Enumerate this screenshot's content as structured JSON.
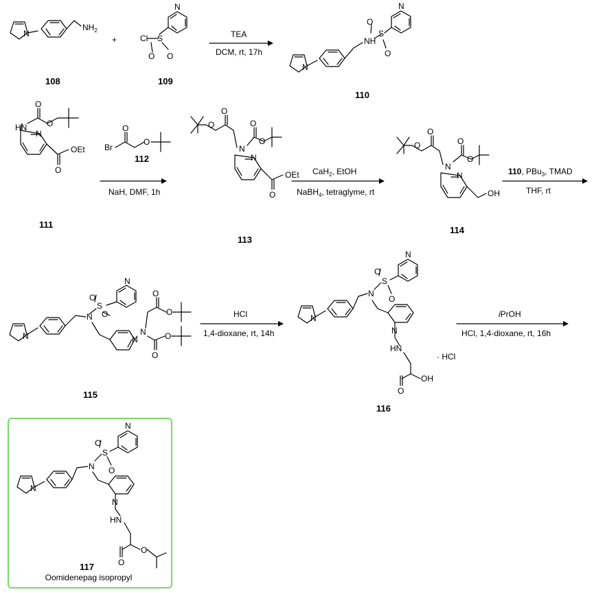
{
  "compounds": {
    "c108": "108",
    "c109": "109",
    "c110": "110",
    "c111": "111",
    "c112": "112",
    "c113": "113",
    "c114": "114",
    "c115": "115",
    "c116": "116",
    "c117": "117"
  },
  "final_product_name": "Oomidenepag isopropyl",
  "plus": "+",
  "salt_label": "· HCl",
  "atoms": {
    "NH2": "NH",
    "NH2_sub": "2",
    "N": "N",
    "NH": "NH",
    "HN": "HN",
    "O": "O",
    "S": "S",
    "Cl": "Cl",
    "Br": "Br",
    "OEt": "OEt",
    "OH": "OH"
  },
  "reactions": [
    {
      "above": "TEA",
      "below": "DCM, rt, 17h"
    },
    {
      "above_ref": "112",
      "below": "NaH, DMF, 1h"
    },
    {
      "above": "CaH2, EtOH",
      "above_main": "CaH",
      "above_sub": "2",
      "above_tail": ", EtOH",
      "below_main": "NaBH",
      "below_sub": "4",
      "below_tail": ", tetraglyme, rt"
    },
    {
      "above_ref": "110",
      "above_a": ", PBu",
      "above_sub": "3",
      "above_b": ", TMAD",
      "below": "THF, rt"
    },
    {
      "above": "HCl",
      "below": "1,4-dioxane, rt, 14h"
    },
    {
      "above_italic": "i",
      "above": "PrOH",
      "below": "HCl, 1,4-dioxane, rt, 16h"
    }
  ],
  "colors": {
    "highlight_box": "#7cd66b",
    "ink": "#000000"
  }
}
